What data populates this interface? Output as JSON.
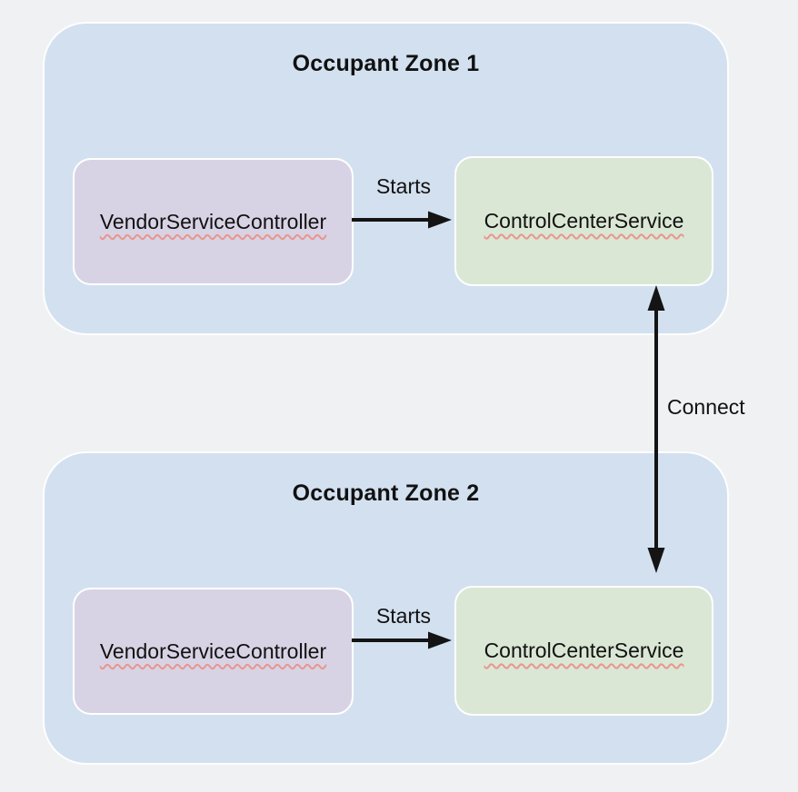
{
  "diagram": {
    "zones": [
      {
        "title": "Occupant Zone 1",
        "vendor_box_label": "VendorServiceController",
        "control_box_label": "ControlCenterService",
        "starts_label": "Starts"
      },
      {
        "title": "Occupant Zone 2",
        "vendor_box_label": "VendorServiceController",
        "control_box_label": "ControlCenterService",
        "starts_label": "Starts"
      }
    ],
    "connect_label": "Connect",
    "colors": {
      "page_background": "#f0f1f3",
      "zone_fill": "#d3e0ef",
      "vendor_box_fill": "#d8d3e4",
      "control_box_fill": "#dbe7d5",
      "arrow_color": "#141414",
      "spellcheck_underline": "#e8968e",
      "text_color": "#111111"
    }
  }
}
